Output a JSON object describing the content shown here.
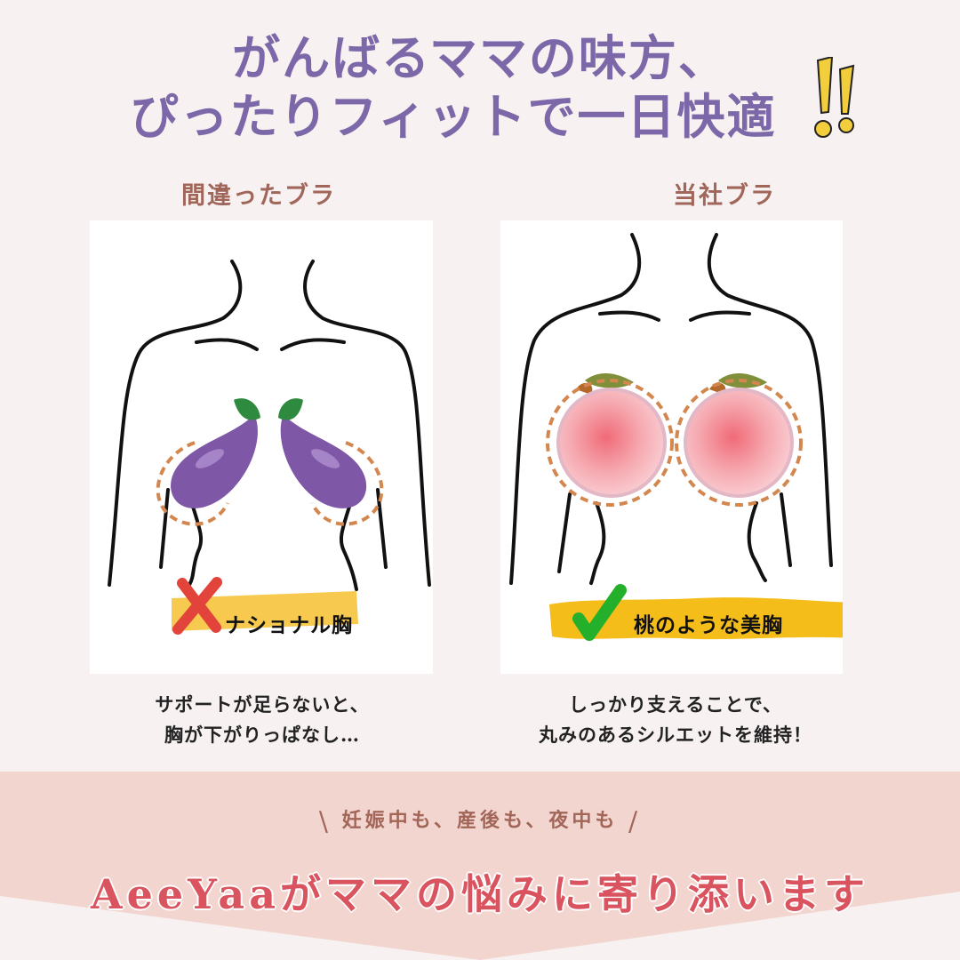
{
  "headline": {
    "line1": "がんばるママの味方、",
    "line2": "ぴったりフィットで一日快適",
    "accent_icon": "double-exclamation-icon",
    "color": "#7c68a8"
  },
  "comparison": {
    "left": {
      "title": "間違ったブラ",
      "illustration": "body-outline-with-eggplants",
      "tag_icon": "red-x-icon",
      "tag_label": "ナショナル胸",
      "caption_line1": "サポートが足らないと、",
      "caption_line2": "胸が下がりっぱなし…"
    },
    "right": {
      "title": "当社ブラ",
      "illustration": "body-outline-with-peaches",
      "tag_icon": "green-check-icon",
      "tag_label": "桃のような美胸",
      "caption_line1": "しっかり支えることで、",
      "caption_line2": "丸みのあるシルエットを維持！"
    }
  },
  "banner": {
    "subtitle": "妊娠中も、産後も、夜中も",
    "slash_left": "\\",
    "slash_right": "/",
    "message": "AeeYaaがママの悩みに寄り添います",
    "bg_color": "#f3d5d0",
    "message_color": "#d9545f"
  }
}
